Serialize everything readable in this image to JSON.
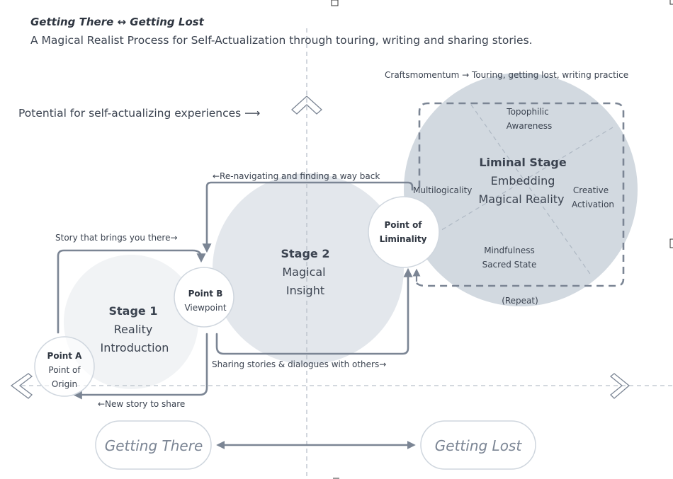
{
  "header": {
    "title": "Getting There ↔ Getting Lost",
    "subtitle": "A Magical Realist Process for Self-Actualization through touring, writing and sharing stories."
  },
  "axes": {
    "vertical_label": "Potential for self-actualizing experiences ⟶",
    "left_pole": "Getting There",
    "right_pole": "Getting Lost"
  },
  "stages": {
    "stage1": {
      "title": "Stage 1",
      "line1": "Reality",
      "line2": "Introduction"
    },
    "stage2": {
      "title": "Stage 2",
      "line1": "Magical",
      "line2": "Insight"
    },
    "liminal": {
      "title": "Liminal Stage",
      "line1": "Embedding",
      "line2": "Magical Reality"
    }
  },
  "points": {
    "a": {
      "title": "Point A",
      "line1": "Point of",
      "line2": "Origin"
    },
    "b": {
      "title": "Point B",
      "line1": "Viewpoint"
    },
    "liminality": {
      "line1": "Point of",
      "line2": "Liminality"
    }
  },
  "liminal_sectors": {
    "top_line1": "Topophilic",
    "top_line2": "Awareness",
    "left": "Multilogicality",
    "right_line1": "Creative",
    "right_line2": "Activation",
    "bottom_line1": "Mindfulness",
    "bottom_line2": "Sacred State"
  },
  "flows": {
    "craftsmomentum": "Craftsmomentum → Touring, getting lost, writing practice",
    "renavigating": "←Re-navigating and finding a way back",
    "story_brings": "Story that brings you there→",
    "sharing": "Sharing stories & dialogues with others→",
    "new_story": "←New story to share",
    "repeat": "(Repeat)"
  },
  "colors": {
    "stage1_fill": "#f1f3f5",
    "stage2_fill": "#e3e7ec",
    "liminal_fill": "#d2d9e0",
    "line": "#7b8594",
    "text": "#3b4350"
  }
}
